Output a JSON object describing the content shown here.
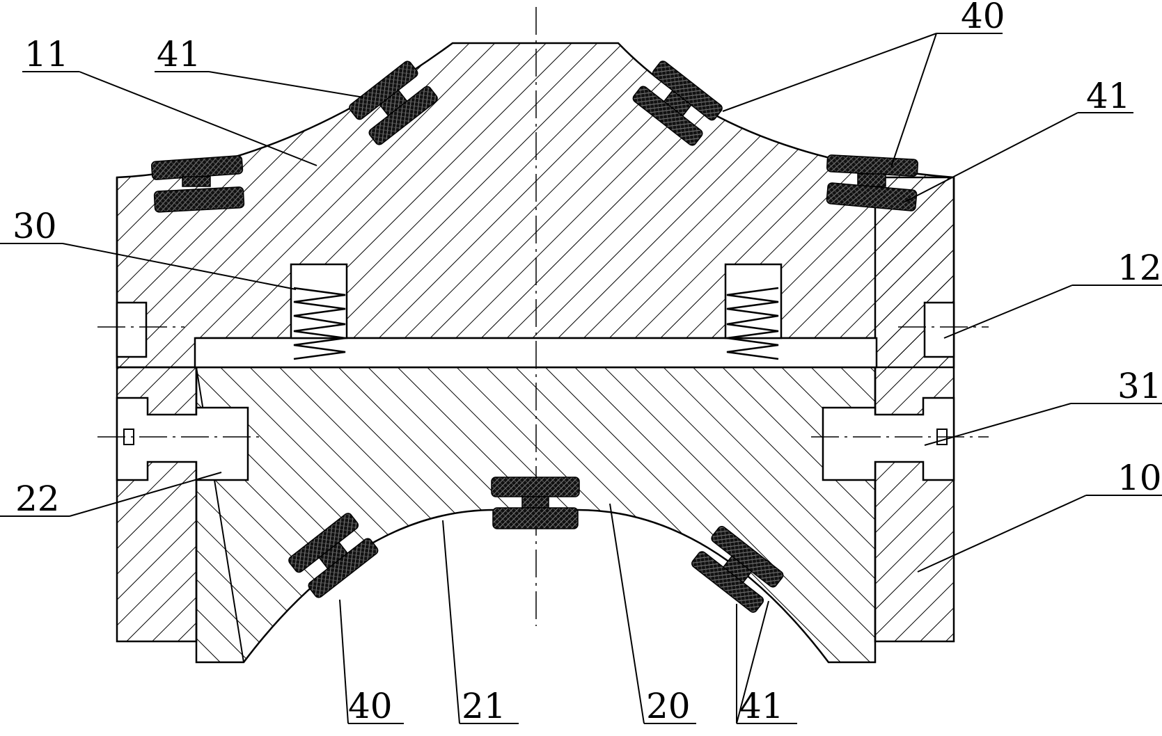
{
  "figure": {
    "labels": {
      "l11": "11",
      "l41_top_left": "41",
      "l40_top_right": "40",
      "l41_right": "41",
      "l30": "30",
      "l12": "12",
      "l31": "31",
      "l22": "22",
      "l10": "10",
      "l40_bottom": "40",
      "l21": "21",
      "l20": "20",
      "l41_bottom": "41"
    }
  }
}
